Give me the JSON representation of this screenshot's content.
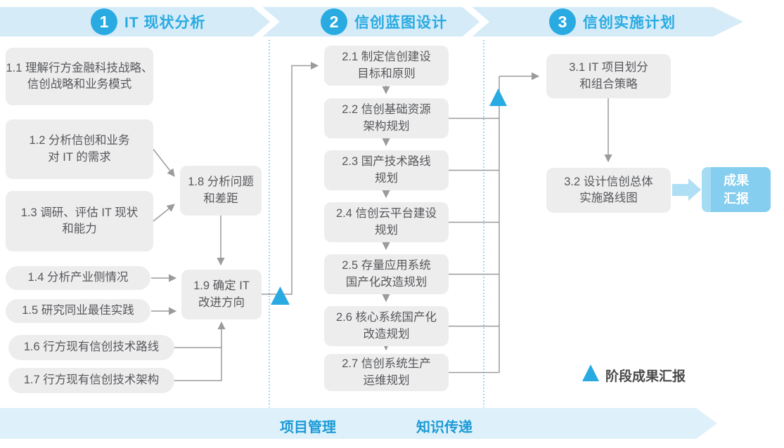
{
  "phases": [
    {
      "num": "1",
      "title": "IT 现状分析"
    },
    {
      "num": "2",
      "title": "信创蓝图设计"
    },
    {
      "num": "3",
      "title": "信创实施计划"
    }
  ],
  "boxes": {
    "b11": {
      "l1": "1.1 理解行方金融科技战略、",
      "l2": "信创战略和业务模式"
    },
    "b12": {
      "l1": "1.2 分析信创和业务",
      "l2": "对 IT 的需求"
    },
    "b13": {
      "l1": "1.3 调研、评估 IT 现状",
      "l2": "和能力"
    },
    "b14": {
      "l1": "1.4 分析产业侧情况"
    },
    "b15": {
      "l1": "1.5 研究同业最佳实践"
    },
    "b16": {
      "l1": "1.6 行方现有信创技术路线"
    },
    "b17": {
      "l1": "1.7 行方现有信创技术架构"
    },
    "b18": {
      "l1": "1.8 分析问题",
      "l2": "和差距"
    },
    "b19": {
      "l1": "1.9 确定 IT",
      "l2": "改进方向"
    },
    "b21": {
      "l1": "2.1 制定信创建设",
      "l2": "目标和原则"
    },
    "b22": {
      "l1": "2.2 信创基础资源",
      "l2": "架构规划"
    },
    "b23": {
      "l1": "2.3 国产技术路线",
      "l2": "规划"
    },
    "b24": {
      "l1": "2.4 信创云平台建设",
      "l2": "规划"
    },
    "b25": {
      "l1": "2.5 存量应用系统",
      "l2": "国产化改造规划"
    },
    "b26": {
      "l1": "2.6 核心系统国产化",
      "l2": "改造规划"
    },
    "b27": {
      "l1": "2.7 信创系统生产",
      "l2": "运维规划"
    },
    "b31": {
      "l1": "3.1 IT 项目划分",
      "l2": "和组合策略"
    },
    "b32": {
      "l1": "3.2 设计信创总体",
      "l2": "实施路线图"
    }
  },
  "deliverable": {
    "l1": "成果",
    "l2": "汇报"
  },
  "legend": {
    "label": "阶段成果汇报"
  },
  "bottom_band": {
    "left_label": "项目管理",
    "right_label": "知识传递"
  },
  "colors": {
    "accent_blue": "#29abe2",
    "band_light_blue": "#d5ebf8",
    "box_gray": "#ededee",
    "box_text_gray": "#57585a",
    "connector_gray": "#9b9b9b",
    "deliverable_fill": "#85ceef",
    "thick_arrow_fill": "#aedff5",
    "bottom_label_blue": "#1b9ad6",
    "legend_text_gray": "#4a4a4c"
  }
}
